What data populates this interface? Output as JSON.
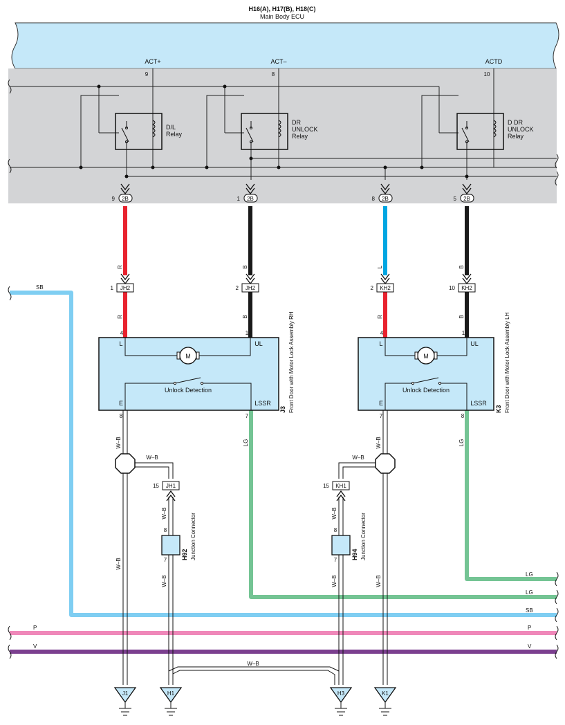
{
  "ecu": {
    "title": "H16(A), H17(B), H18(C)",
    "subtitle": "Main Body ECU",
    "pins": [
      {
        "name": "ACT+",
        "num": "9"
      },
      {
        "name": "ACT–",
        "num": "8"
      },
      {
        "name": "ACTD",
        "num": "10"
      }
    ]
  },
  "relays": [
    {
      "label1": "D/L",
      "label2": "Relay",
      "label3": ""
    },
    {
      "label1": "DR",
      "label2": "UNLOCK",
      "label3": "Relay"
    },
    {
      "label1": "D DR",
      "label2": "UNLOCK",
      "label3": "Relay"
    }
  ],
  "ecu_connectors": [
    {
      "pin": "9",
      "code": "2B"
    },
    {
      "pin": "1",
      "code": "2B"
    },
    {
      "pin": "8",
      "code": "2B"
    },
    {
      "pin": "5",
      "code": "2B"
    }
  ],
  "wire_labels": {
    "r": "R",
    "b": "B",
    "l": "L",
    "sb": "SB",
    "wb": "W–B",
    "lg": "LG",
    "p": "P",
    "v": "V"
  },
  "junctions": [
    {
      "pin": "1",
      "code": "JH2"
    },
    {
      "pin": "2",
      "code": "JH2"
    },
    {
      "pin": "2",
      "code": "KH2"
    },
    {
      "pin": "10",
      "code": "KH2"
    }
  ],
  "assemblies": [
    {
      "id": "J3",
      "name": "Front Door with Motor Lock Assembly RH",
      "pin_l": "L",
      "pin_ul": "UL",
      "pin_e": "E",
      "pin_lssr": "LSSR",
      "num_l": "4",
      "num_ul": "1",
      "num_e": "8",
      "num_lssr": "7",
      "motor": "M",
      "detect": "Unlock Detection"
    },
    {
      "id": "K3",
      "name": "Front Door with Motor Lock Assembly LH",
      "pin_l": "L",
      "pin_ul": "UL",
      "pin_e": "E",
      "pin_lssr": "LSSR",
      "num_l": "4",
      "num_ul": "1",
      "num_e": "7",
      "num_lssr": "8",
      "motor": "M",
      "detect": "Unlock Detection"
    }
  ],
  "jh1": {
    "pin": "15",
    "code": "JH1"
  },
  "kh1": {
    "pin": "15",
    "code": "KH1"
  },
  "h92": {
    "id": "H92",
    "name": "Junction Connector",
    "top": "8",
    "bottom": "7"
  },
  "h94": {
    "id": "H94",
    "name": "Junction Connector",
    "top": "8",
    "bottom": "7"
  },
  "grounds": [
    "J1",
    "H1",
    "H3",
    "K1"
  ],
  "colors": {
    "ecu_fill": "#c5e8f9",
    "panel_fill": "#d3d4d6",
    "box_fill": "#c5e8f9",
    "red": "#e8222e",
    "black": "#1a1a1a",
    "blue": "#00a6e2",
    "sky": "#7fcef2",
    "green": "#74c494",
    "pink": "#ef88b9",
    "violet": "#7b3f8f"
  }
}
